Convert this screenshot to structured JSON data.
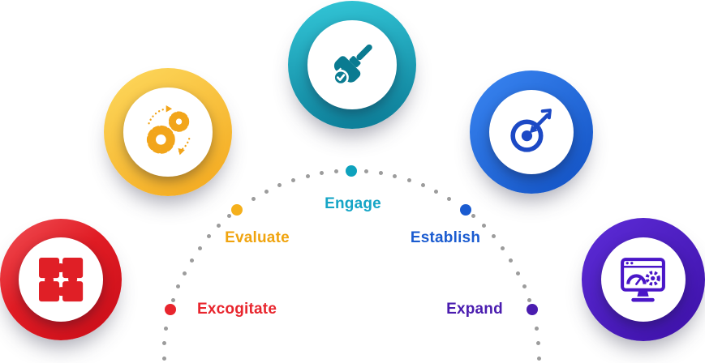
{
  "diagram": {
    "background": "#ffffff",
    "arc_dot_color": "#9c9c9c",
    "stages": [
      {
        "label": "Excogitate",
        "accent": "#e8252d",
        "dot_color": "#e8252d",
        "ring_gradient": [
          "#f25056",
          "#c90d18"
        ],
        "icon": "puzzle-icon"
      },
      {
        "label": "Evaluate",
        "accent": "#f0a40f",
        "dot_color": "#f5b01c",
        "ring_gradient": [
          "#fdd95e",
          "#f3a71c"
        ],
        "icon": "gears-icon"
      },
      {
        "label": "Engage",
        "accent": "#16a5c6",
        "dot_color": "#0ea2bd",
        "ring_gradient": [
          "#33c7d8",
          "#0b7a95"
        ],
        "icon": "brush-icon"
      },
      {
        "label": "Establish",
        "accent": "#1a5bd0",
        "dot_color": "#1a5bd0",
        "ring_gradient": [
          "#3a86f2",
          "#1150c2"
        ],
        "icon": "target-icon"
      },
      {
        "label": "Expand",
        "accent": "#4a1caf",
        "dot_color": "#4a1caf",
        "ring_gradient": [
          "#5d2cd8",
          "#3c10a6"
        ],
        "icon": "monitor-gauge-icon"
      }
    ]
  }
}
